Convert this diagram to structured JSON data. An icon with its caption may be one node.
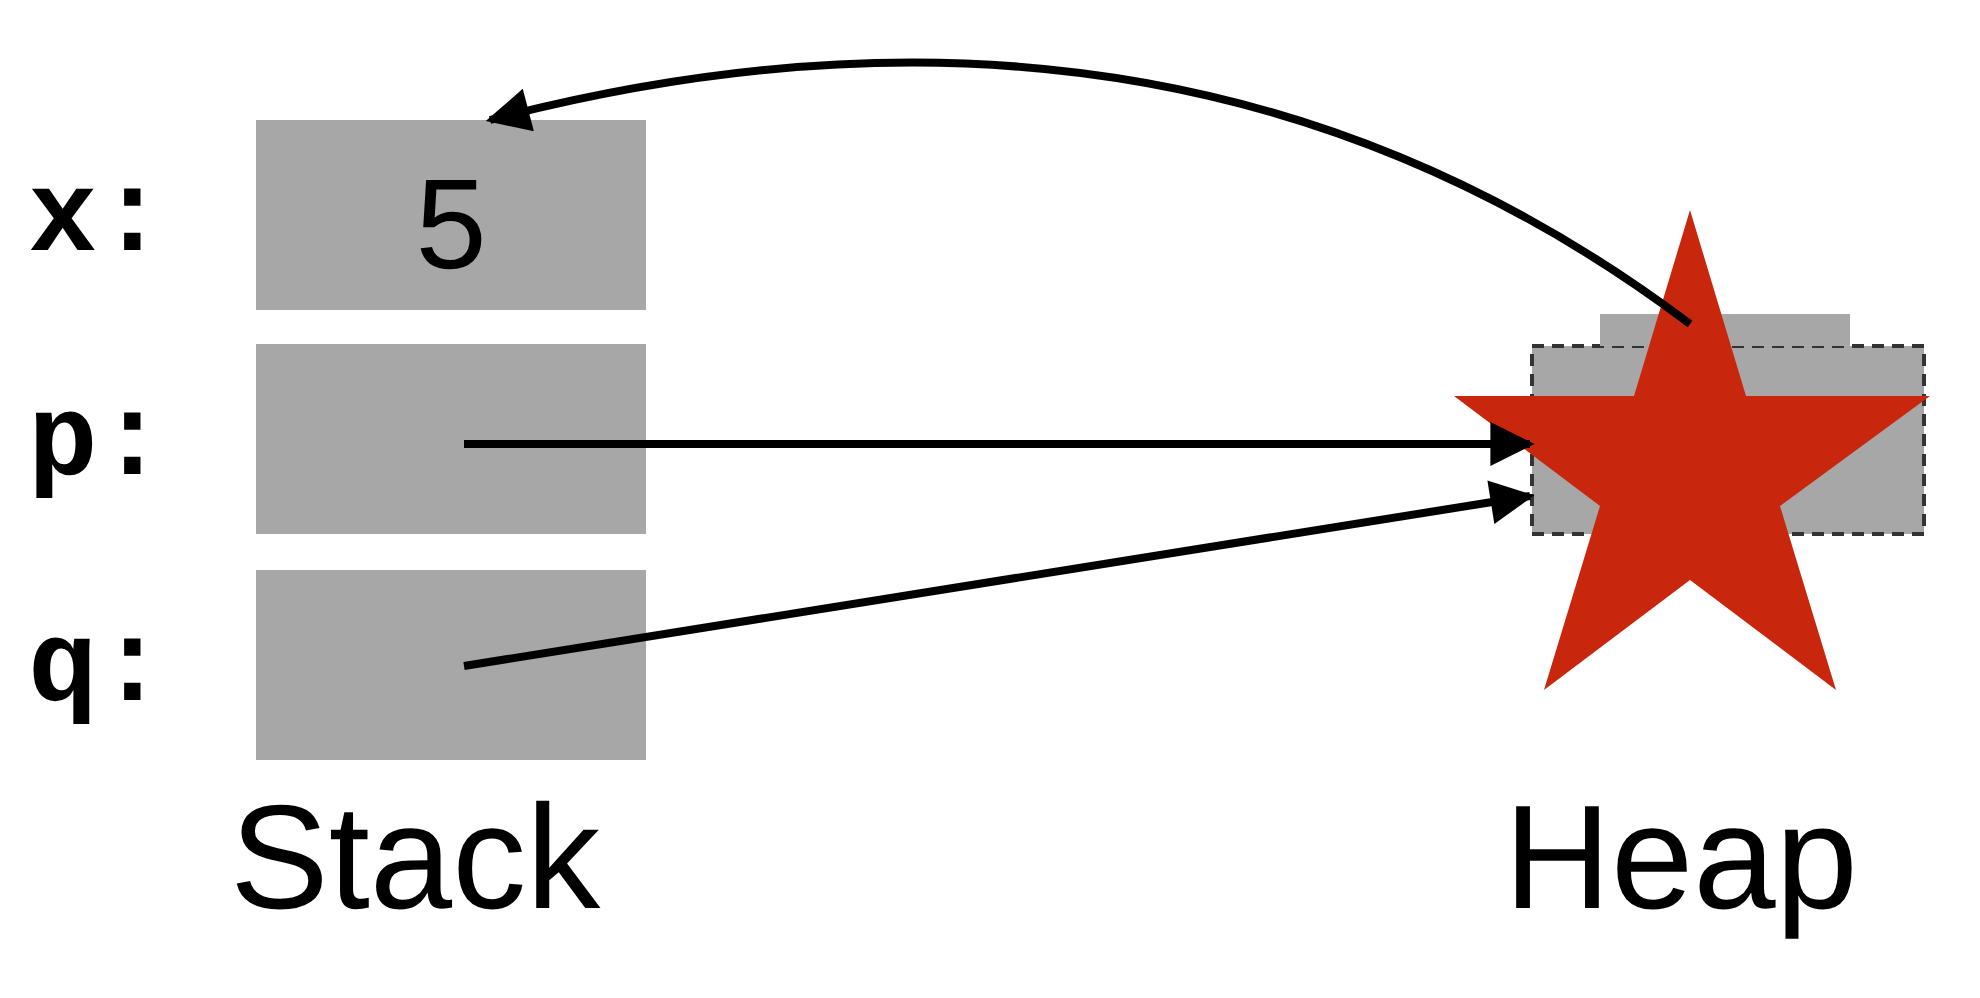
{
  "diagram": {
    "nodes": [
      {
        "text": [
          "5"
        ],
        "beside": [
          "x:"
        ]
      },
      {
        "text": [],
        "shape": "box",
        "beside": [
          "p:"
        ]
      },
      {
        "text": [],
        "shape": "box",
        "beside": [
          "q:"
        ]
      },
      {
        "text": [],
        "shape": "star"
      }
    ],
    "edges": [
      {
        "from": 1,
        "to": 3,
        "arrow": "to"
      },
      {
        "from": 2,
        "to": 3,
        "arrow": "to"
      },
      {
        "from": 3,
        "to": 0,
        "arrow": "to"
      }
    ],
    "labels": [
      "Stack",
      "Heap"
    ]
  }
}
